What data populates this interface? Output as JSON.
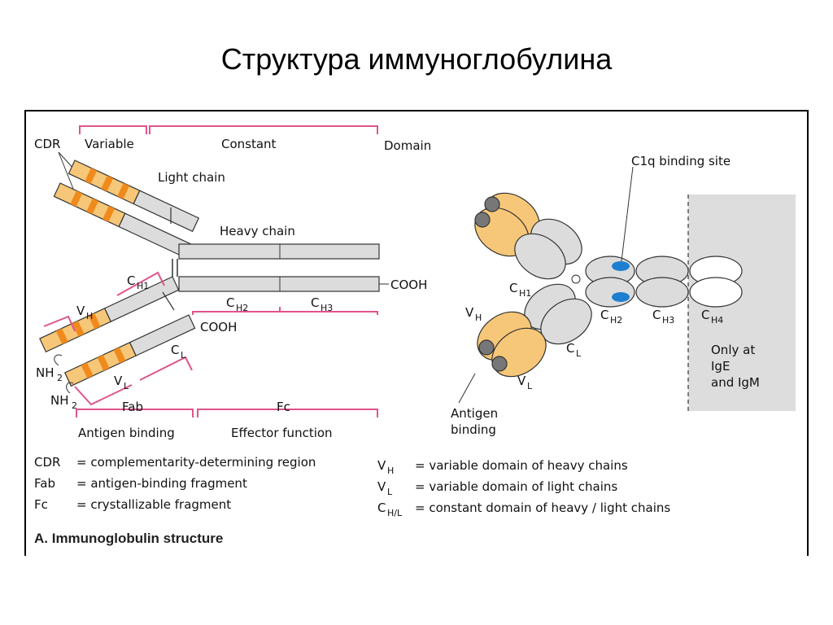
{
  "slide": {
    "title": "Структура иммуноглобулина"
  },
  "left": {
    "cdr": "CDR",
    "variable": "Variable",
    "constant": "Constant",
    "domain": "Domain",
    "light_chain": "Light chain",
    "heavy_chain": "Heavy chain",
    "cooh": "COOH",
    "nh2": "NH",
    "sub2": "2",
    "c": "C",
    "v": "V",
    "h1": "H1",
    "h2": "H2",
    "h3": "H3",
    "h": "H",
    "l": "L",
    "fab": "Fab",
    "fc": "Fc",
    "antigen_binding": "Antigen binding",
    "effector_function": "Effector function"
  },
  "right": {
    "c1q": "C1q binding site",
    "c": "C",
    "v": "V",
    "h1": "H1",
    "h2": "H2",
    "h3": "H3",
    "h4": "H4",
    "h": "H",
    "l": "L",
    "antigen": "Antigen",
    "binding": "binding",
    "only_at": "Only at",
    "ige": "IgE",
    "and_igm": "and IgM"
  },
  "legend": {
    "cdr_term": "CDR",
    "cdr_def": "= complementarity-determining region",
    "fab_term": "Fab",
    "fab_def": "= antigen-binding fragment",
    "fc_term": "Fc",
    "fc_def": "= crystallizable fragment",
    "vh_v": "V",
    "vh_sub": "H",
    "vh_def": "= variable domain of heavy chains",
    "vl_v": "V",
    "vl_sub": "L",
    "vl_def": "= variable domain of light chains",
    "chl_c": "C",
    "chl_sub": "H/L",
    "chl_def": "= constant domain of heavy / light chains",
    "figure_caption": "A. Immunoglobulin structure"
  },
  "colors": {
    "variable_domain": "#f6c778",
    "cdr_band": "#f08a1c",
    "constant_domain": "#dcdcdc",
    "bracket": "#e0548c",
    "c1q_site": "#1e7fd0",
    "ige_igm_region": "#dddddd",
    "dark_tip": "#777777"
  }
}
